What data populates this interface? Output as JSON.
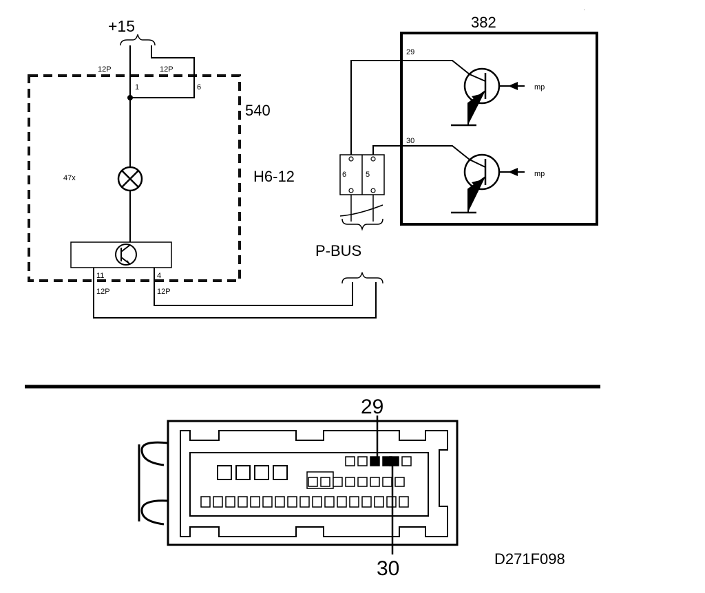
{
  "labels": {
    "supply": "+15",
    "module_540": "540",
    "module_h6": "H6-12",
    "lamp_ref": "47x",
    "module_382": "382",
    "pbus": "P-BUS",
    "figure_id": "D271F098"
  },
  "connector_540": {
    "top_left_type": "12P",
    "top_right_type": "12P",
    "pin_1": "1",
    "pin_6": "6",
    "bot_left_type": "12P",
    "bot_right_type": "12P",
    "pin_11": "11",
    "pin_4": "4"
  },
  "module_382": {
    "pin_29": "29",
    "pin_30": "30",
    "mp_upper": "mp",
    "mp_lower": "mp"
  },
  "pbus_connector": {
    "pin_6": "6",
    "pin_5": "5"
  },
  "connector_view": {
    "callout_top": "29",
    "callout_bottom": "30"
  }
}
